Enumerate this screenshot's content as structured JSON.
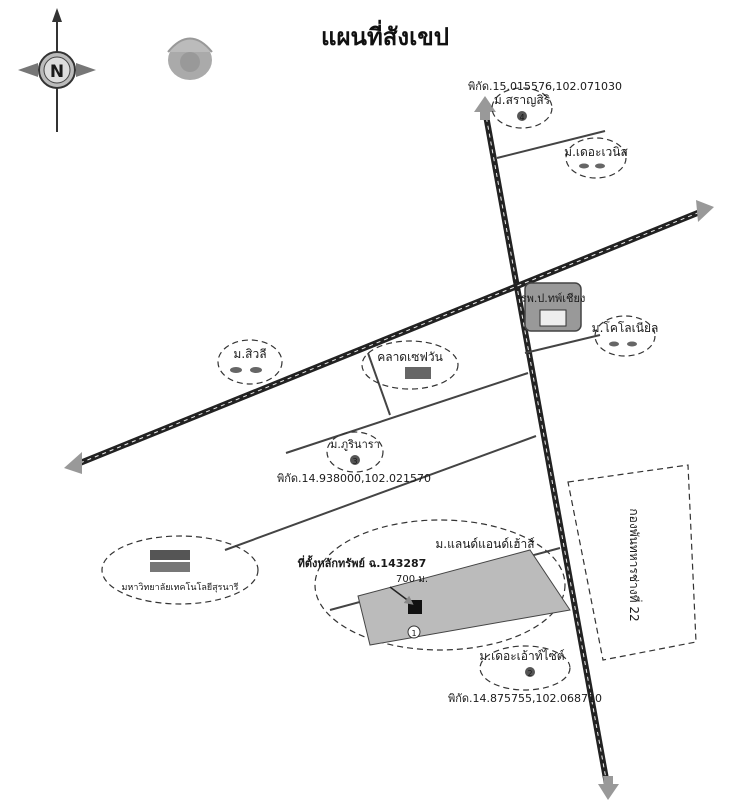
{
  "map": {
    "title": "แผนที่สังเขป",
    "north_label": "N",
    "subject_label": "ที่ตั้งหลักทรัพย์ ฉ.143287",
    "distance_label": "700 ม.",
    "coordinates": {
      "north": "พิกัด.15.015576,102.071030",
      "middle": "พิกัด.14.938000,102.021570",
      "south": "พิกัด.14.875755,102.068710"
    },
    "places": {
      "saransiri": "ม.สราญสิริ",
      "the_villa": "ม.เดอะเวนิส",
      "hospital": "รพ.ป.ทพ์เชียง",
      "colonial": "ม.โคโลเนียล",
      "siwali": "ม.สิวลี",
      "market": "คลาดเซฟวัน",
      "puriwan": "ม.ภูรินารา",
      "land_and_house": "ม.แลนด์แอนด์เฮ้าส์",
      "the_eight": "ม.เดอะเอ้าท์ไซต์",
      "university": "มหาวิทยาลัยเทคโนโลยีสุรนารี",
      "army": "กองพันทหารช่างที่ 22"
    },
    "markers": {
      "m1": "1",
      "m2": "2",
      "m3": "3",
      "m4": "4"
    }
  }
}
